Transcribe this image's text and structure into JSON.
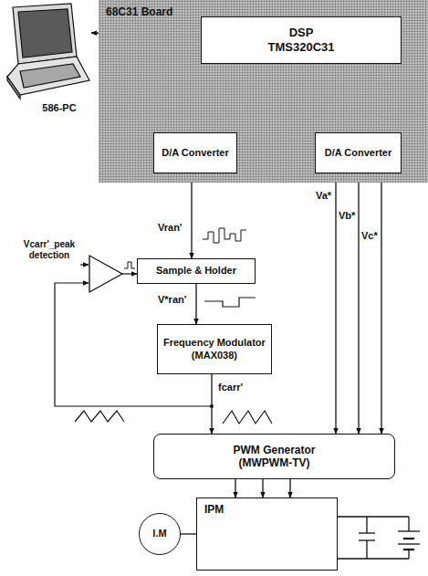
{
  "diagram": {
    "nodes": [
      {
        "text": [
          "68C31 Board"
        ]
      },
      {
        "text": [
          "DSP",
          "TMS320C31"
        ],
        "in": 0
      },
      {
        "text": [
          "D/A Converter"
        ],
        "in": 0
      },
      {
        "text": [
          "D/A Converter"
        ],
        "in": 0
      },
      {
        "text": [
          "Sample & Holder"
        ]
      },
      {
        "text": [
          "Frequency Modulator",
          "(MAX038)"
        ]
      },
      {
        "text": [
          "PWM Generator",
          "(MWPWM-TV)"
        ]
      },
      {
        "text": [
          "IPM"
        ]
      },
      {
        "text": [
          "I.M"
        ]
      }
    ],
    "edges": [
      {
        "from": 1,
        "to": 2,
        "arrow": "to"
      },
      {
        "from": 1,
        "to": 3,
        "arrow": "to"
      },
      {
        "from": 2,
        "to": 4,
        "label": "Vran'",
        "arrow": "to"
      },
      {
        "from": 4,
        "to": 5,
        "label": "V*ran'",
        "arrow": "to"
      },
      {
        "from": 5,
        "to": 6,
        "label": "fcarr'",
        "arrow": "to"
      },
      {
        "from": 3,
        "to": 6,
        "label": "Va*",
        "arrow": "to"
      },
      {
        "from": 3,
        "to": 6,
        "label": "Vb*",
        "arrow": "to"
      },
      {
        "from": 3,
        "to": 6,
        "label": "Vc*",
        "arrow": "to"
      },
      {
        "from": 6,
        "to": 7,
        "arrow": "to"
      },
      {
        "from": 6,
        "to": 7,
        "arrow": "to"
      },
      {
        "from": 6,
        "to": 7,
        "arrow": "to"
      },
      {
        "from": 8,
        "to": 7,
        "arrow": "none"
      }
    ],
    "labels": [
      "586-PC",
      "Vcarr'_peak detection"
    ]
  }
}
